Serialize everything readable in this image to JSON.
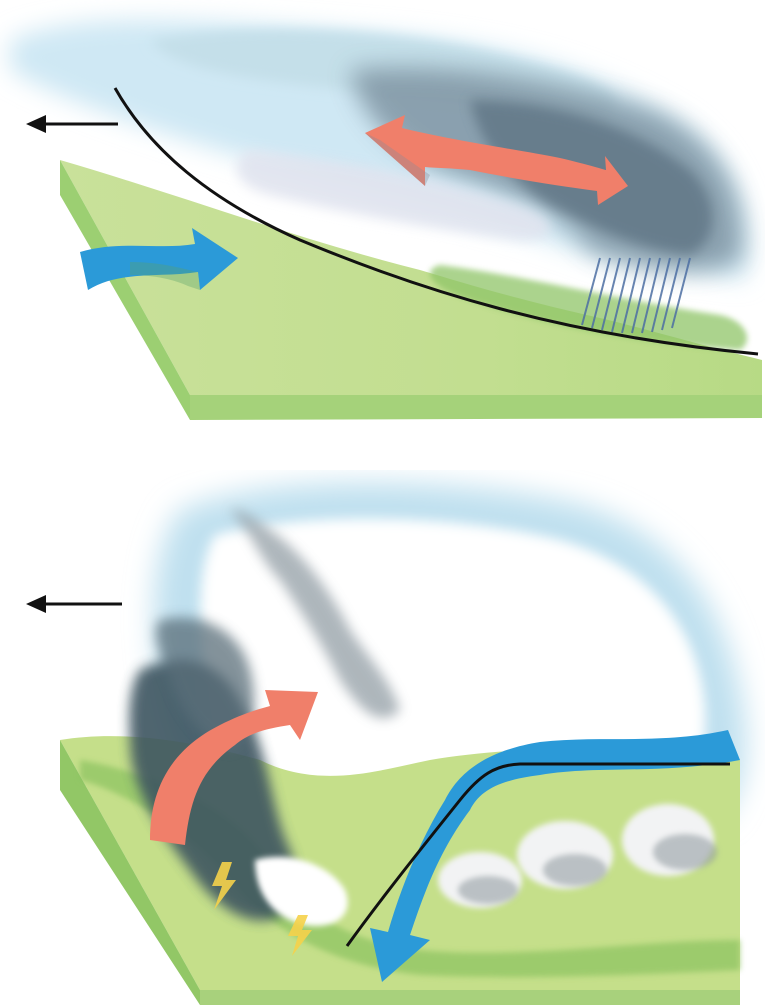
{
  "diagram": {
    "panels": [
      {
        "id": "warm-front",
        "direction_arrow": "left",
        "arrows": [
          "warm-air-red",
          "cold-air-blue"
        ],
        "features": [
          "stratus-cloud-layer",
          "precipitation",
          "frontal-boundary"
        ]
      },
      {
        "id": "cold-front",
        "direction_arrow": "left",
        "arrows": [
          "warm-air-red",
          "cold-air-blue"
        ],
        "features": [
          "cumulonimbus-cloud",
          "lightning",
          "frontal-boundary",
          "small-cumulus-clouds"
        ]
      }
    ],
    "colors": {
      "warm_air": "#f07f6a",
      "cold_air": "#2b9ad8",
      "ground_top": "#c5df8a",
      "ground_side": "#9ccf72",
      "sky": "#c9e6f3",
      "storm_cloud": "#6d8391",
      "front_line": "#111111",
      "lightning": "#f5d24a"
    }
  }
}
